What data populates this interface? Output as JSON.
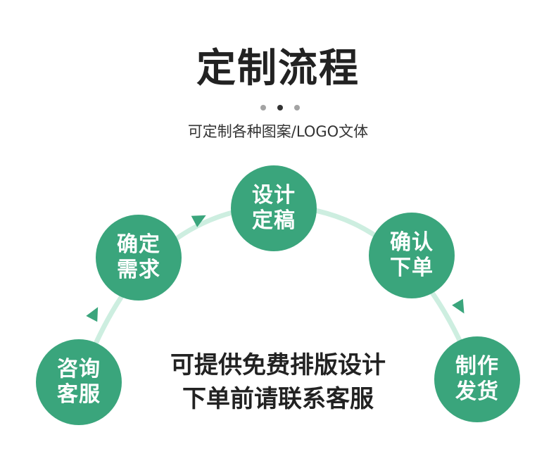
{
  "title": "定制流程",
  "subtitle": "可定制各种图案/LOGO文体",
  "colors": {
    "node": "#3aa57c",
    "arc": "#cdeee0",
    "arrow": "#3aa57c",
    "title": "#222222"
  },
  "steps": [
    {
      "line1": "咨询",
      "line2": "客服"
    },
    {
      "line1": "确定",
      "line2": "需求"
    },
    {
      "line1": "设计",
      "line2": "定稿"
    },
    {
      "line1": "确认",
      "line2": "下单"
    },
    {
      "line1": "制作",
      "line2": "发货"
    }
  ],
  "center_note": {
    "line1": "可提供免费排版设计",
    "line2": "下单前请联系客服"
  }
}
